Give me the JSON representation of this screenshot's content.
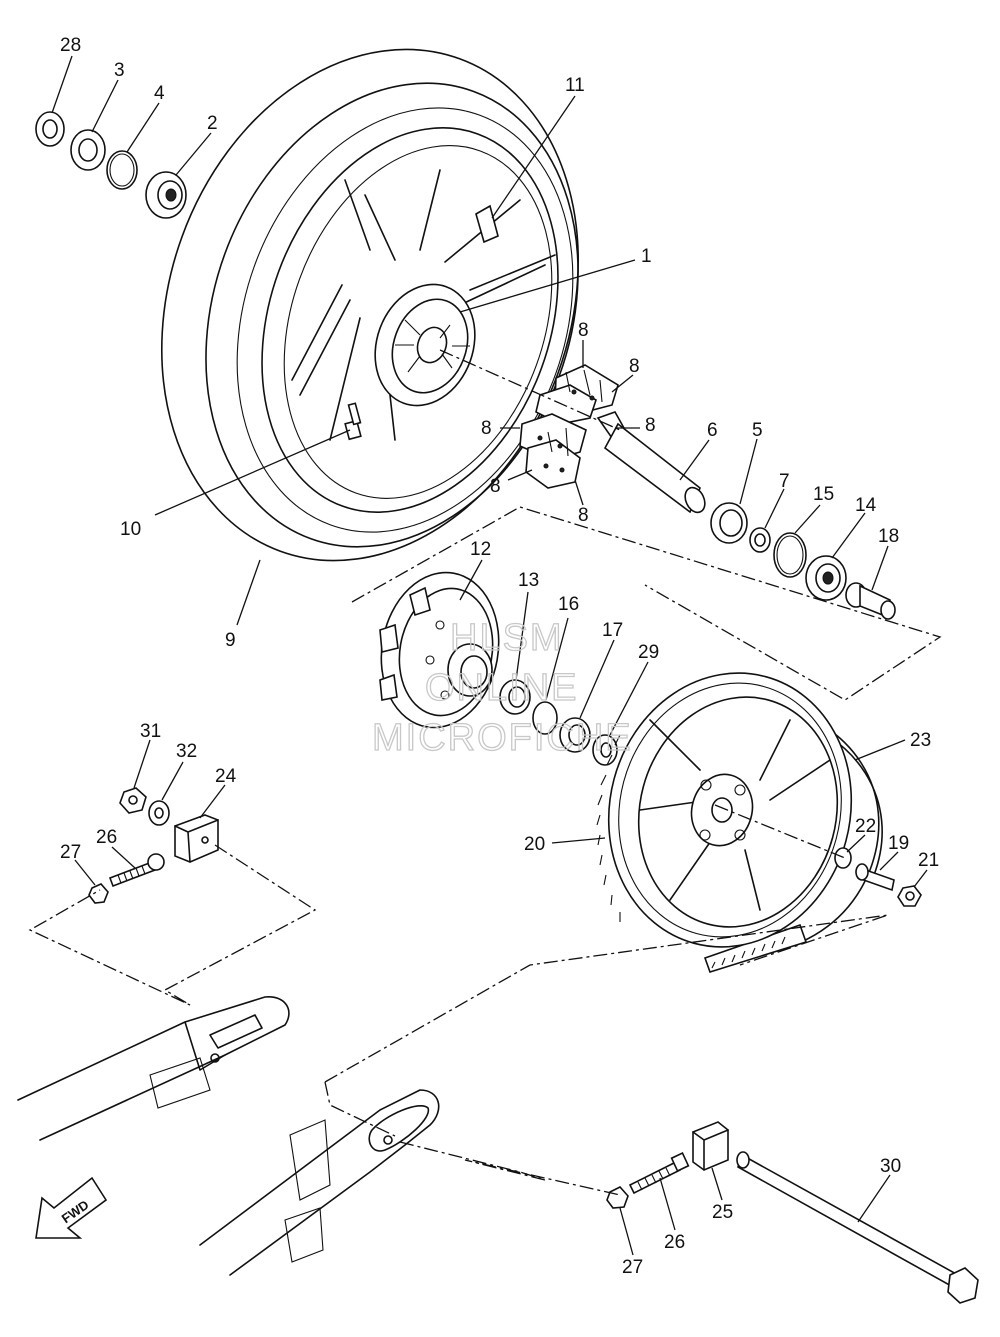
{
  "watermark": {
    "line1": "HLSM",
    "line2": "ONLINE",
    "line3": "MICROFICHE"
  },
  "fwd_label": "FWD",
  "callouts": [
    {
      "id": "c28",
      "label": "28"
    },
    {
      "id": "c3",
      "label": "3"
    },
    {
      "id": "c4",
      "label": "4"
    },
    {
      "id": "c2",
      "label": "2"
    },
    {
      "id": "c11",
      "label": "11"
    },
    {
      "id": "c1",
      "label": "1"
    },
    {
      "id": "c8a",
      "label": "8"
    },
    {
      "id": "c8b",
      "label": "8"
    },
    {
      "id": "c8c",
      "label": "8"
    },
    {
      "id": "c8d",
      "label": "8"
    },
    {
      "id": "c8e",
      "label": "8"
    },
    {
      "id": "c8f",
      "label": "8"
    },
    {
      "id": "c6",
      "label": "6"
    },
    {
      "id": "c5",
      "label": "5"
    },
    {
      "id": "c7",
      "label": "7"
    },
    {
      "id": "c15",
      "label": "15"
    },
    {
      "id": "c14",
      "label": "14"
    },
    {
      "id": "c18",
      "label": "18"
    },
    {
      "id": "c10",
      "label": "10"
    },
    {
      "id": "c9",
      "label": "9"
    },
    {
      "id": "c12",
      "label": "12"
    },
    {
      "id": "c13",
      "label": "13"
    },
    {
      "id": "c16",
      "label": "16"
    },
    {
      "id": "c17",
      "label": "17"
    },
    {
      "id": "c29",
      "label": "29"
    },
    {
      "id": "c31",
      "label": "31"
    },
    {
      "id": "c32",
      "label": "32"
    },
    {
      "id": "c24",
      "label": "24"
    },
    {
      "id": "c26a",
      "label": "26"
    },
    {
      "id": "c27a",
      "label": "27"
    },
    {
      "id": "c23",
      "label": "23"
    },
    {
      "id": "c22",
      "label": "22"
    },
    {
      "id": "c19",
      "label": "19"
    },
    {
      "id": "c20",
      "label": "20"
    },
    {
      "id": "c21",
      "label": "21"
    },
    {
      "id": "c30",
      "label": "30"
    },
    {
      "id": "c25",
      "label": "25"
    },
    {
      "id": "c26b",
      "label": "26"
    },
    {
      "id": "c27b",
      "label": "27"
    }
  ]
}
